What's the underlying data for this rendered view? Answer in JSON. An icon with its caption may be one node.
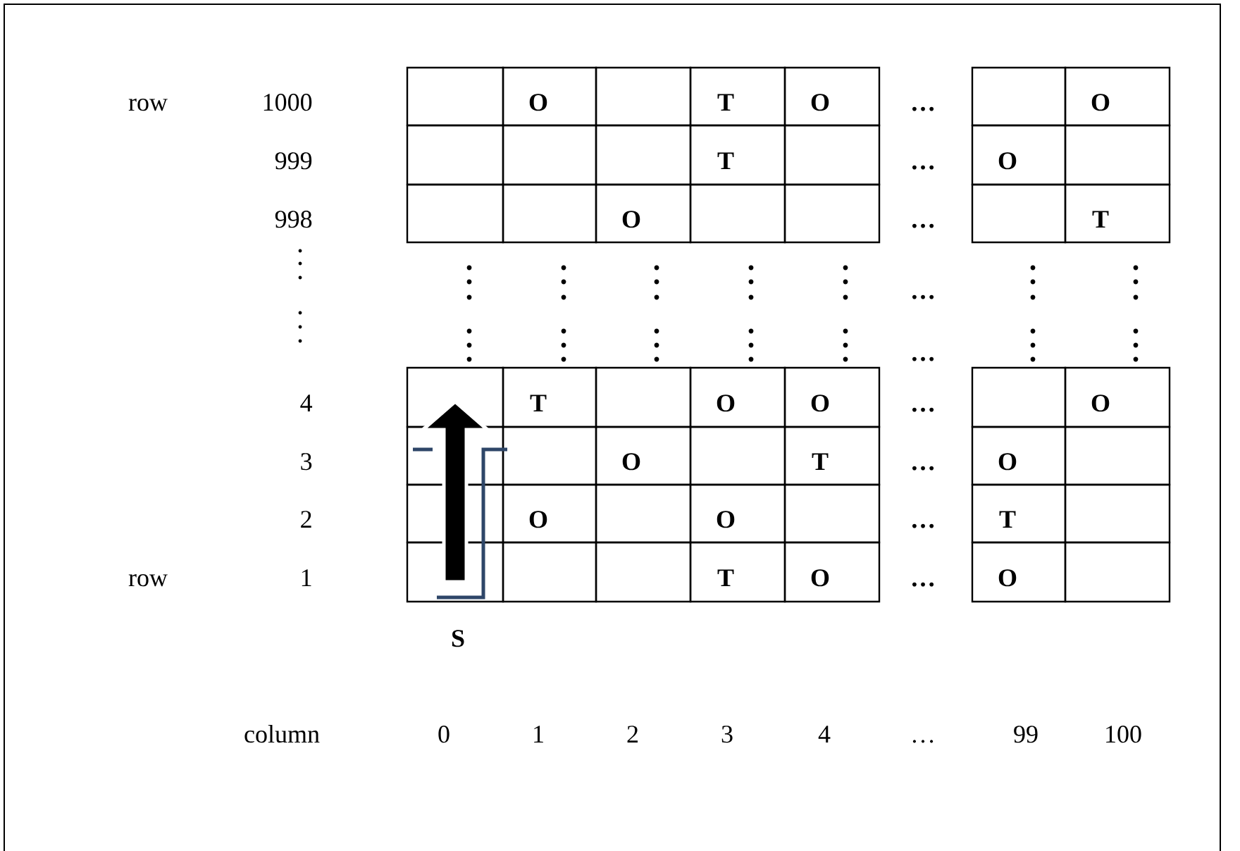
{
  "diagram": {
    "labels": [
      "row",
      "1000",
      "O",
      "T",
      "O",
      "…",
      "O",
      "999",
      "T",
      "…",
      "O",
      "998",
      "O",
      "…",
      "T",
      "…",
      "…",
      "4",
      "T",
      "O",
      "O",
      "…",
      "O",
      "3",
      "O",
      "T",
      "…",
      "O",
      "2",
      "O",
      "O",
      "…",
      "T",
      "row",
      "1",
      "T",
      "O",
      "…",
      "O",
      "S",
      "column",
      "0",
      "1",
      "2",
      "3",
      "4",
      "…",
      "99",
      "100"
    ]
  }
}
